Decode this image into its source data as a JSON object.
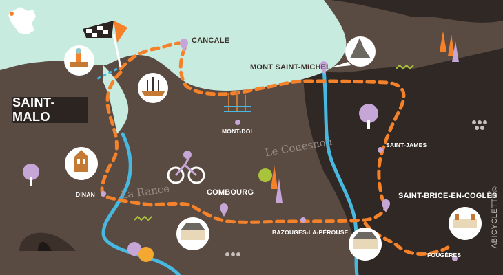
{
  "start_label": "SAINT-MALO",
  "places": {
    "cancale": "CANCALE",
    "mont_saint_michel": "MONT SAINT-MICHEL",
    "mont_dol": "MONT-DOL",
    "saint_james": "SAINT-JAMES",
    "dinan": "DINAN",
    "combourg": "COMBOURG",
    "saint_brice": "SAINT-BRICE-EN-COGLÈS",
    "bazouges": "BAZOUGES-LA-PÉROUSE",
    "fougeres": "FOUGÈRES"
  },
  "rivers": {
    "rance": "La Rance",
    "couesnon": "Le Couesnon"
  },
  "credit": "ABICYCLETTE©",
  "colors": {
    "land": "#5a4b42",
    "land_dark": "#2f2825",
    "sea": "#c8ebe0",
    "river": "#47b8e0",
    "route": "#f5822a",
    "pin": "#c6a6d6"
  },
  "icons": [
    "france-icon",
    "finish-flag-icon",
    "lighthouse-icon",
    "ship-icon",
    "mont-saint-michel-icon",
    "salt-marsh-icon",
    "cyclist-icon",
    "castle-icon",
    "tree-icon",
    "cave-icon",
    "location-pin-icon"
  ]
}
